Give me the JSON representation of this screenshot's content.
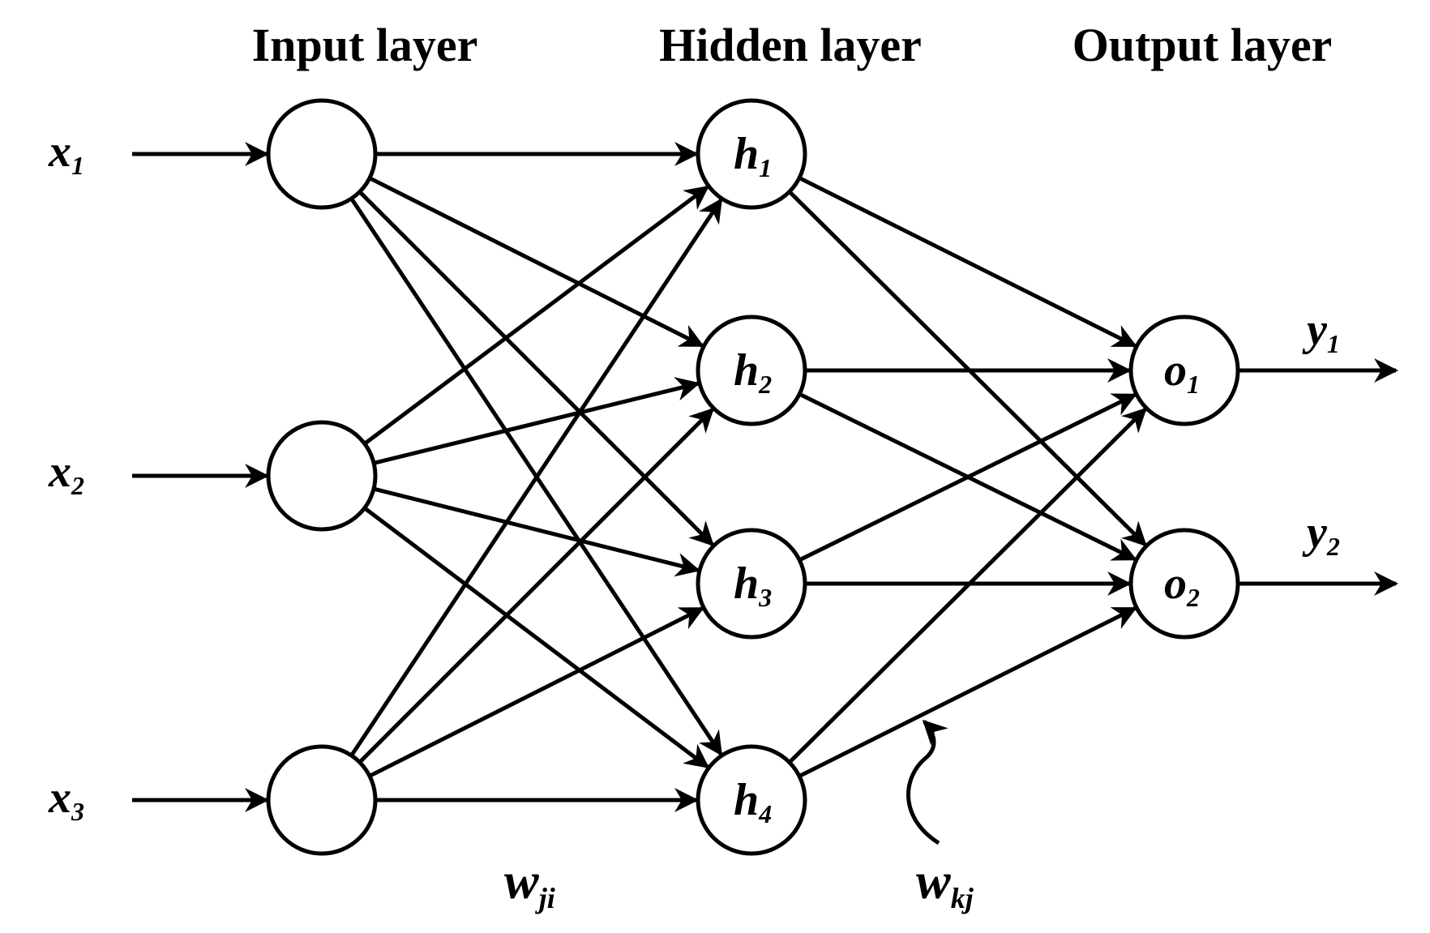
{
  "layers": {
    "input": "Input layer",
    "hidden": "Hidden layer",
    "output": "Output layer"
  },
  "inputs": [
    {
      "main": "x",
      "sub": "1"
    },
    {
      "main": "x",
      "sub": "2"
    },
    {
      "main": "x",
      "sub": "3"
    }
  ],
  "hidden": [
    {
      "main": "h",
      "sub": "1"
    },
    {
      "main": "h",
      "sub": "2"
    },
    {
      "main": "h",
      "sub": "3"
    },
    {
      "main": "h",
      "sub": "4"
    }
  ],
  "outputs": [
    {
      "main": "o",
      "sub": "1"
    },
    {
      "main": "o",
      "sub": "2"
    }
  ],
  "results": [
    {
      "main": "y",
      "sub": "1"
    },
    {
      "main": "y",
      "sub": "2"
    }
  ],
  "weights": {
    "input_hidden": {
      "main": "w",
      "sub": "ji"
    },
    "hidden_output": {
      "main": "w",
      "sub": "kj"
    }
  }
}
